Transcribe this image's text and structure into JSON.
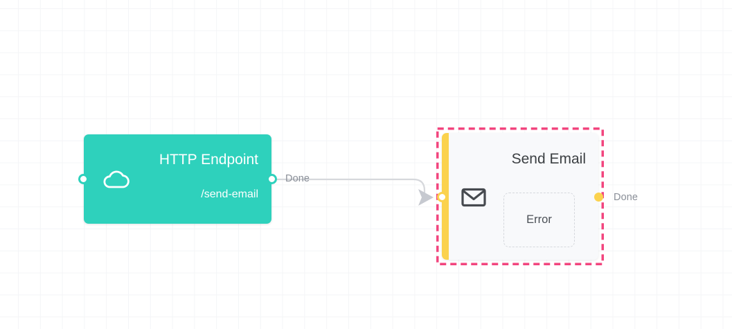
{
  "canvas": {
    "background_color": "#ffffff",
    "grid_color": "#f4f5f7",
    "grid_size": 32
  },
  "edges": [
    {
      "label": "Done",
      "from": "http-endpoint-output",
      "to": "send-email-input",
      "color": "#d6d8dc"
    }
  ],
  "nodes": [
    {
      "id": "http-endpoint",
      "title": "HTTP Endpoint",
      "subtitle": "/send-email",
      "icon": "cloud-icon",
      "color": "#2ed1bc",
      "selected": false,
      "ports": {
        "input_label": "",
        "output_label": "Done"
      }
    },
    {
      "id": "send-email",
      "title": "Send Email",
      "icon": "envelope-icon",
      "accent_color": "#fbd24e",
      "body_color": "#f8f9fb",
      "selected": true,
      "selection_color": "#f2457e",
      "dropzone_label": "Error",
      "ports": {
        "output_label": "Done"
      }
    }
  ],
  "labels": {
    "edge_done": "Done",
    "output_done": "Done"
  }
}
